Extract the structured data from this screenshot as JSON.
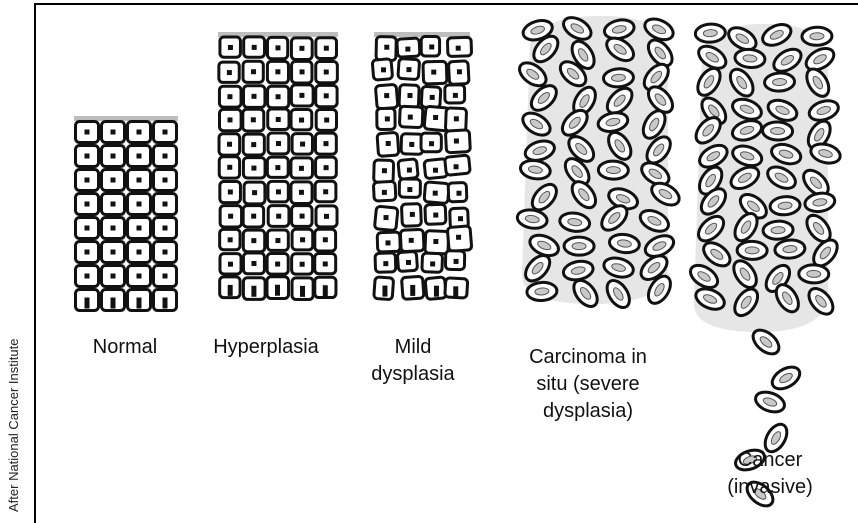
{
  "credit": "After National Cancer Institute",
  "stages": [
    {
      "id": "normal",
      "label": "Normal"
    },
    {
      "id": "hyperplasia",
      "label": "Hyperplasia"
    },
    {
      "id": "mild-dysplasia",
      "label": "Mild\ndysplasia"
    },
    {
      "id": "carcinoma-in-situ",
      "label": "Carcinoma in\nsitu (severe\ndysplasia)"
    },
    {
      "id": "cancer-invasive",
      "label": "Cancer\n(invasive)"
    }
  ],
  "colors": {
    "outline": "#111111",
    "nucleus_fill": "#c9c9c9",
    "cell_fill": "#ffffff",
    "surface": "#bdbdbd"
  }
}
